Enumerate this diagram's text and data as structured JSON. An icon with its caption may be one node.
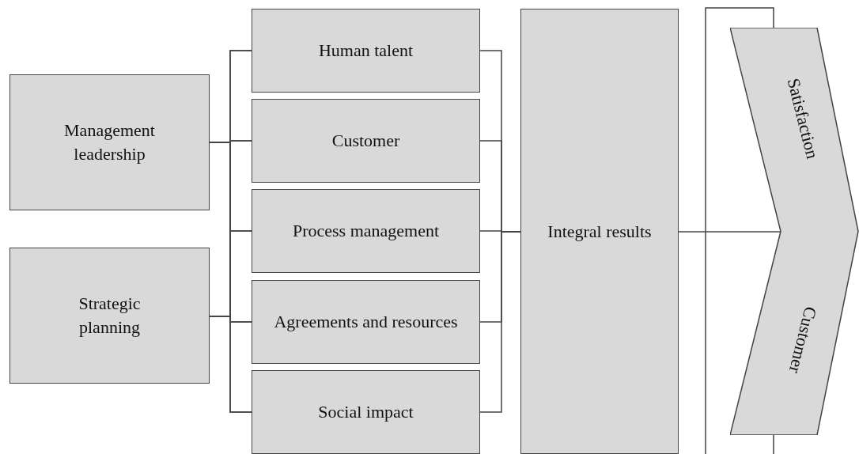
{
  "diagram": {
    "nodes": [
      {
        "text": [
          "Management leadership"
        ]
      },
      {
        "text": [
          "Strategic planning"
        ]
      },
      {
        "text": [
          "Human talent"
        ]
      },
      {
        "text": [
          "Customer"
        ]
      },
      {
        "text": [
          "Process management"
        ]
      },
      {
        "text": [
          "Agreements and resources"
        ]
      },
      {
        "text": [
          "Social impact"
        ]
      },
      {
        "text": [
          "Integral results"
        ]
      },
      {
        "text": [
          "Satisfaction",
          "Customer"
        ]
      }
    ],
    "edges": [
      {
        "from": 0,
        "to": 2,
        "arrow": "none"
      },
      {
        "from": 0,
        "to": 3,
        "arrow": "none"
      },
      {
        "from": 0,
        "to": 4,
        "arrow": "none"
      },
      {
        "from": 0,
        "to": 5,
        "arrow": "none"
      },
      {
        "from": 0,
        "to": 6,
        "arrow": "none"
      },
      {
        "from": 1,
        "to": 2,
        "arrow": "none"
      },
      {
        "from": 1,
        "to": 3,
        "arrow": "none"
      },
      {
        "from": 1,
        "to": 4,
        "arrow": "none"
      },
      {
        "from": 1,
        "to": 5,
        "arrow": "none"
      },
      {
        "from": 1,
        "to": 6,
        "arrow": "none"
      },
      {
        "from": 2,
        "to": 7,
        "arrow": "none"
      },
      {
        "from": 3,
        "to": 7,
        "arrow": "none"
      },
      {
        "from": 4,
        "to": 7,
        "arrow": "none"
      },
      {
        "from": 5,
        "to": 7,
        "arrow": "none"
      },
      {
        "from": 6,
        "to": 7,
        "arrow": "none"
      },
      {
        "from": 7,
        "to": 8,
        "arrow": "none"
      }
    ]
  }
}
